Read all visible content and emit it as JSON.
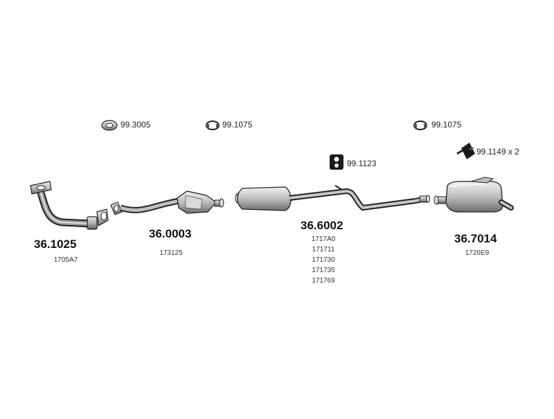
{
  "accessories": [
    {
      "code": "99.3005",
      "icon": "gasket-ring-icon"
    },
    {
      "code": "99.1075",
      "icon": "clamp-icon"
    },
    {
      "code": "99.1075",
      "icon": "clamp-icon"
    },
    {
      "code": "99.1123",
      "icon": "rubber-mount-icon"
    },
    {
      "code": "99.1149 x 2",
      "icon": "hanger-icon"
    }
  ],
  "parts": [
    {
      "number": "36.1025",
      "refs": [
        "1705A7"
      ],
      "name": "front-pipe"
    },
    {
      "number": "36.0003",
      "refs": [
        "173125"
      ],
      "name": "catalytic-converter"
    },
    {
      "number": "36.6002",
      "refs": [
        "1717A0",
        "171711",
        "171730",
        "171735",
        "171769"
      ],
      "name": "middle-silencer"
    },
    {
      "number": "36.7014",
      "refs": [
        "1726E9"
      ],
      "name": "rear-silencer"
    }
  ]
}
